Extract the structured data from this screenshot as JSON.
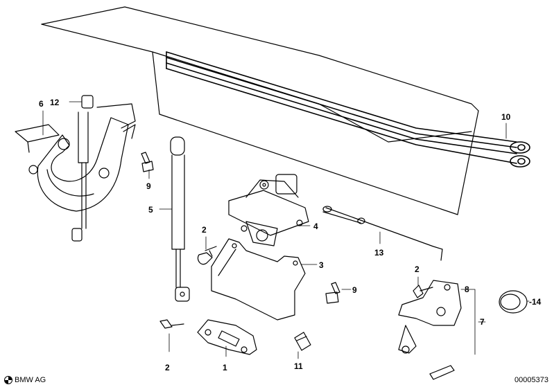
{
  "diagram": {
    "callouts": [
      {
        "id": "c1",
        "label": "1"
      },
      {
        "id": "c2a",
        "label": "2"
      },
      {
        "id": "c2b",
        "label": "2"
      },
      {
        "id": "c2c",
        "label": "2"
      },
      {
        "id": "c3",
        "label": "3"
      },
      {
        "id": "c4",
        "label": "4"
      },
      {
        "id": "c5",
        "label": "5"
      },
      {
        "id": "c6",
        "label": "6"
      },
      {
        "id": "c7",
        "label": "7"
      },
      {
        "id": "c8",
        "label": "8"
      },
      {
        "id": "c9a",
        "label": "9"
      },
      {
        "id": "c9b",
        "label": "9"
      },
      {
        "id": "c10",
        "label": "10"
      },
      {
        "id": "c11",
        "label": "11"
      },
      {
        "id": "c12",
        "label": "12"
      },
      {
        "id": "c13",
        "label": "13"
      },
      {
        "id": "c14",
        "label": "-14"
      }
    ]
  },
  "footer": {
    "brand": "BMW AG",
    "document_number": "00005373"
  }
}
